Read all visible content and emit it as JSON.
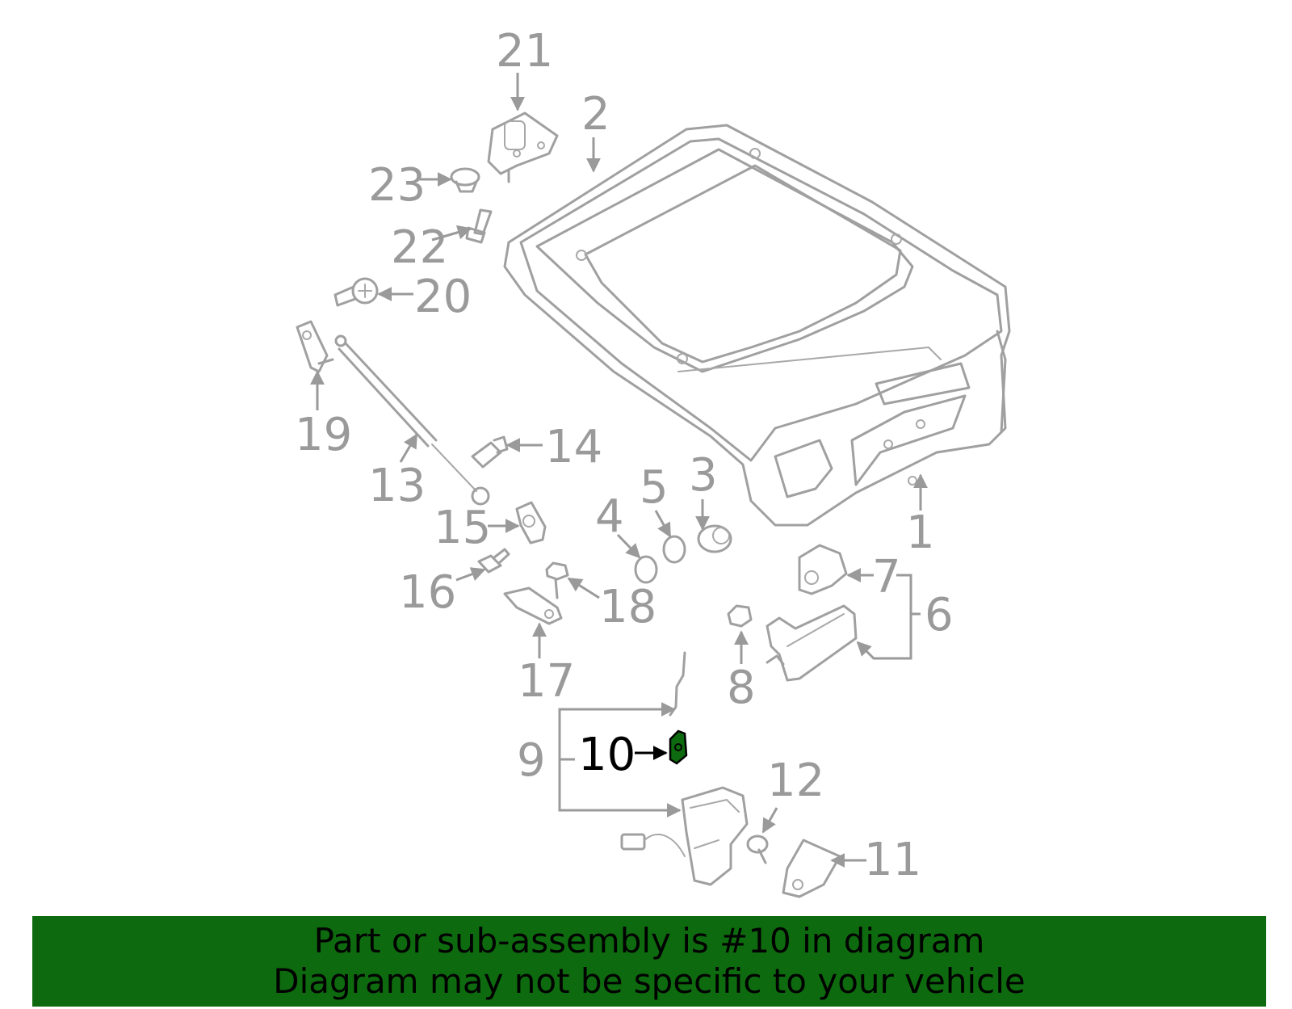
{
  "diagram": {
    "callouts": [
      "1",
      "2",
      "3",
      "4",
      "5",
      "6",
      "7",
      "8",
      "9",
      "10",
      "11",
      "12",
      "13",
      "14",
      "15",
      "16",
      "17",
      "18",
      "19",
      "20",
      "21",
      "22",
      "23"
    ],
    "highlight_callout": "10",
    "highlight_color": "#0e6a0e",
    "line_color": "#a0a0a0"
  },
  "banner": {
    "line1": "Part or sub-assembly is #10 in diagram",
    "line2": "Diagram may not be specific to your vehicle",
    "background": "#0e6a0e"
  }
}
